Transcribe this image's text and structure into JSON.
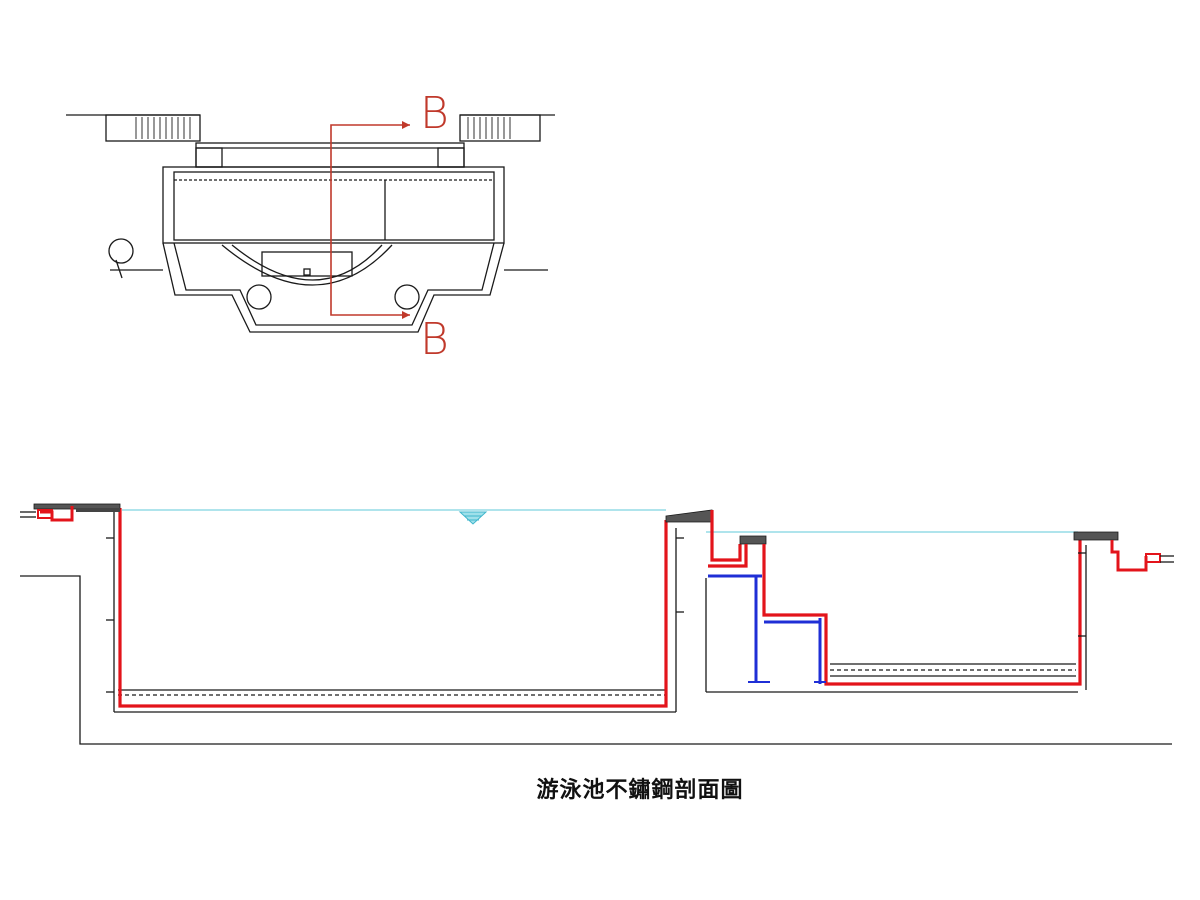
{
  "caption": "游泳池不鏽鋼剖面圖",
  "section_markers": {
    "top": "B",
    "bottom": "B"
  },
  "colors": {
    "line": "#1a1a1a",
    "stainless_red": "#e3141b",
    "support_blue": "#1f2fd6",
    "water_cyan": "#7fd4e0",
    "section_marker": "#c0392b",
    "hatch": "#444444"
  }
}
